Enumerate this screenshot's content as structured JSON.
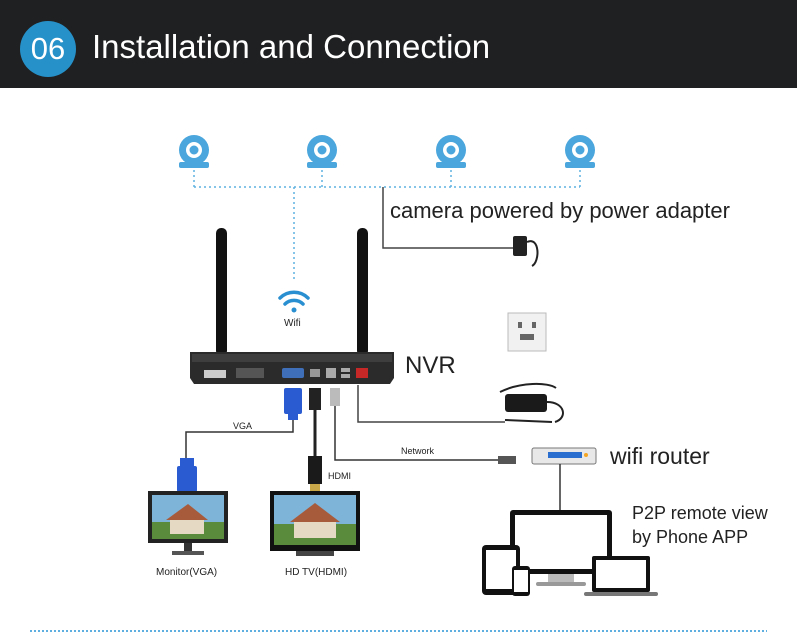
{
  "header": {
    "badge": "06",
    "title": "Installation and Connection"
  },
  "labels": {
    "camera_power": "camera powered by power adapter",
    "wifi": "Wifi",
    "nvr": "NVR",
    "vga": "VGA",
    "hdmi": "HDMI",
    "network": "Network",
    "wifi_router": "wifi router",
    "p2p_line1": "P2P remote view",
    "p2p_line2": "by Phone APP",
    "monitor": "Monitor(VGA)",
    "hdtv": "HD TV(HDMI)"
  },
  "colors": {
    "header_bg": "#1f2021",
    "badge": "#2690c9",
    "camera": "#4aa6dc",
    "dotted": "#5fb0e0"
  }
}
